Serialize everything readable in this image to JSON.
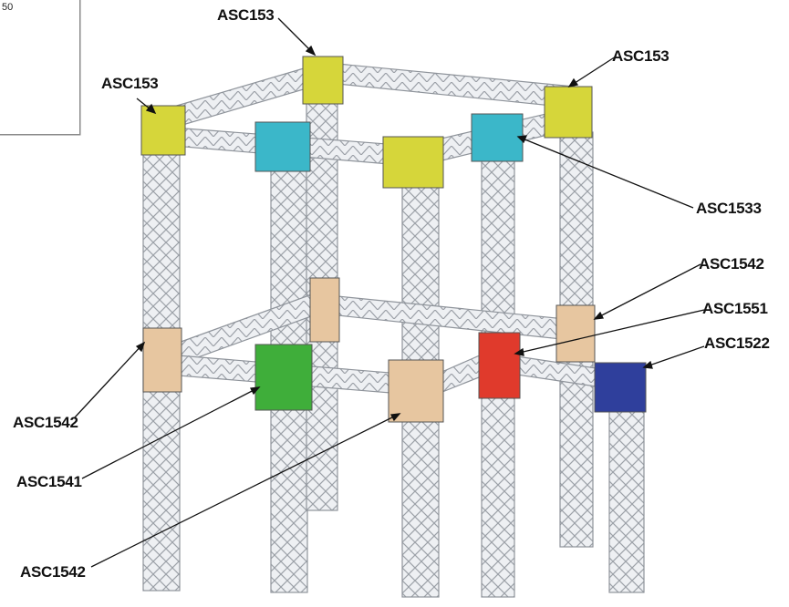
{
  "inset": {
    "dimension_text": "50"
  },
  "colors": {
    "yellow": "#d6d63a",
    "cyan": "#3bb7c9",
    "peach": "#e7c6a0",
    "green": "#3fae3a",
    "red": "#e03a2c",
    "blue": "#2f3f9c",
    "truss": "#c9ccd1"
  },
  "labels": [
    {
      "id": "l1",
      "text": "ASC153"
    },
    {
      "id": "l2",
      "text": "ASC153"
    },
    {
      "id": "l3",
      "text": "ASC153"
    },
    {
      "id": "l4",
      "text": "ASC1533"
    },
    {
      "id": "l5",
      "text": "ASC1542"
    },
    {
      "id": "l6",
      "text": "ASC1551"
    },
    {
      "id": "l7",
      "text": "ASC1522"
    },
    {
      "id": "l8",
      "text": "ASC1542"
    },
    {
      "id": "l9",
      "text": "ASC1541"
    },
    {
      "id": "l10",
      "text": "ASC1542"
    }
  ]
}
